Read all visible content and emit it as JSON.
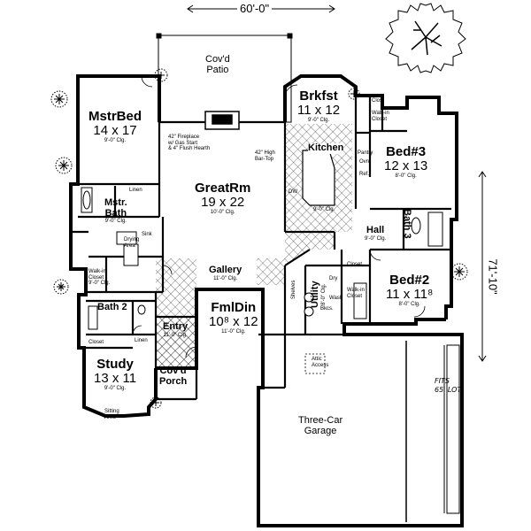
{
  "overall": {
    "width_dim": "60'-0\"",
    "depth_dim": "71'-10\""
  },
  "fits_note": [
    "FITS",
    "65' LOT"
  ],
  "rooms": {
    "patio": {
      "name": "Cov'd",
      "name2": "Patio"
    },
    "mstrbed": {
      "name": "MstrBed",
      "dim": "14 x 17",
      "clg": "9'-0\" Clg."
    },
    "brkfst": {
      "name": "Brkfst",
      "dim": "11 x 12",
      "clg": "9'-0\" Clg."
    },
    "kitchen": {
      "name": "Kitchen",
      "clg": "9'-0\" Clg."
    },
    "bed3": {
      "name": "Bed#3",
      "dim": "12 x 13",
      "clg": "8'-0\" Clg."
    },
    "greatrm": {
      "name": "GreatRm",
      "dim": "19 x 22",
      "clg": "10'-0\" Clg."
    },
    "mstrbath": {
      "name": "Mstr.",
      "name2": "Bath",
      "clg": "9'-0\" Clg."
    },
    "bath3": {
      "name": "Bath 3"
    },
    "hall": {
      "name": "Hall",
      "clg": "9'-0\" Clg."
    },
    "gallery": {
      "name": "Gallery",
      "clg": "11'-0\" Clg."
    },
    "bed2": {
      "name": "Bed#2",
      "dim": "11 x 11⁸",
      "clg": "8'-0\" Clg."
    },
    "utility": {
      "name": "Utility",
      "clg": "8'-0\" Clg."
    },
    "bath2": {
      "name": "Bath 2"
    },
    "fmldin": {
      "name": "FmlDin",
      "dim": "10⁸ x 12",
      "clg": "11'-0\" Clg."
    },
    "entry": {
      "name": "Entry",
      "clg": "11'-0\" Clg."
    },
    "study": {
      "name": "Study",
      "dim": "13 x 11",
      "clg": "9'-0\" Clg."
    },
    "porch": {
      "name": "Cov'd",
      "name2": "Porch"
    },
    "garage": {
      "name": "Three-Car",
      "name2": "Garage"
    }
  },
  "notes": {
    "fireplace": [
      "42\" Fireplace",
      "w/ Gas Start",
      "& 4\" Flush Hearth"
    ],
    "bartop": [
      "42\" High",
      "Bar-Top"
    ],
    "walkin_bed3": [
      "Walk-in",
      "Closet"
    ],
    "walkin_master": [
      "Walk-in",
      "Closet",
      "9'-0\" Clg."
    ],
    "walkin_bed2": [
      "Walk-in",
      "Closet"
    ],
    "closet_hall": "Closet",
    "closet_study": "Closet",
    "linen_master": "Linen",
    "linen_bath2": "Linen",
    "pantry": "Pantry",
    "ref": "Ref.",
    "dw": "DW",
    "oven": "Ovn",
    "dryer": "Dry",
    "wash": "Wash",
    "attic": [
      "Attic",
      "Access"
    ],
    "seating": [
      "Sitting",
      "Area"
    ],
    "shelves": "Shelves",
    "bkcs": "Bkcs.",
    "drying": [
      "Drying",
      "Area"
    ],
    "sink": "Sink",
    "closet_wc": "Clost"
  }
}
